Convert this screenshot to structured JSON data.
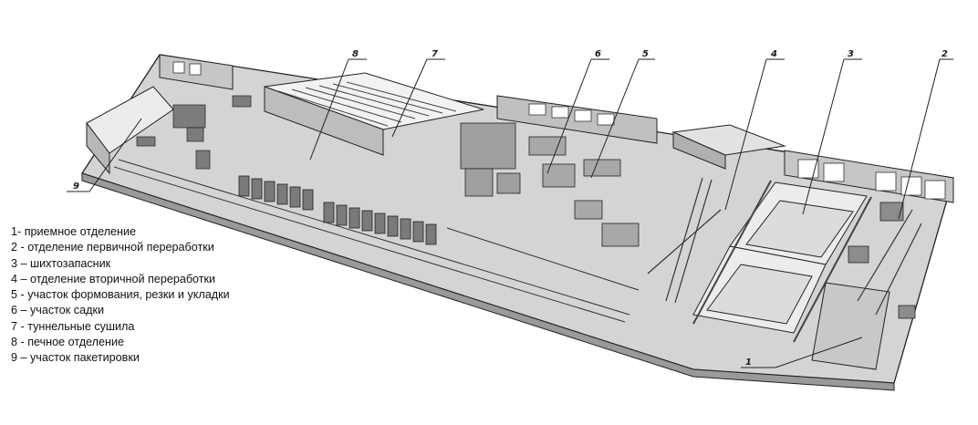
{
  "callouts": [
    "1",
    "2",
    "3",
    "4",
    "5",
    "6",
    "7",
    "8",
    "9"
  ],
  "legend": [
    "1- приемное отделение",
    "2 -  отделение первичной переработки",
    "3 – шихтозапасник",
    "4 – отделение вторичной переработки",
    "5  - участок формования, резки и укладки",
    "6 – участок садки",
    "7  - туннельные сушила",
    "8  - печное отделение",
    "9 – участок пакетировки"
  ],
  "colors": {
    "floor": "#d2d2d2",
    "wall": "#bfbfbf",
    "line": "#222222"
  }
}
